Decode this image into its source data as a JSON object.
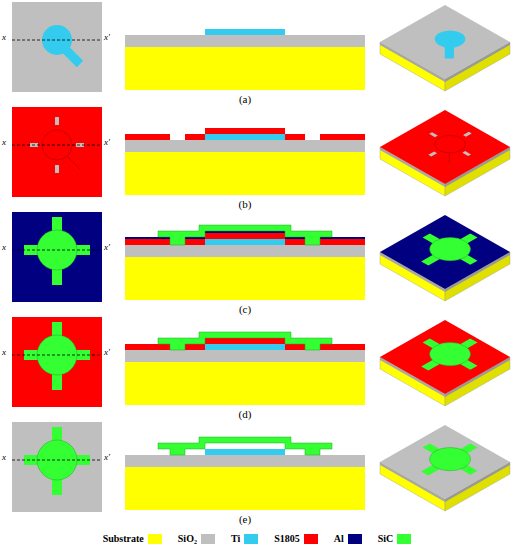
{
  "diagram": {
    "labels": [
      "x",
      "x'",
      "(a)",
      "x",
      "x'",
      "(b)",
      "x",
      "x'",
      "(c)",
      "x",
      "x'",
      "(d)",
      "x",
      "x'",
      "(e)"
    ],
    "legend": [
      {
        "text": "Substrate",
        "color": "#ffff00"
      },
      {
        "text": "SiO₂",
        "color": "#bfbfbf"
      },
      {
        "text": "Ti",
        "color": "#33ccee"
      },
      {
        "text": "S1805",
        "color": "#ff0000"
      },
      {
        "text": "Al",
        "color": "#000080"
      },
      {
        "text": "SiC",
        "color": "#33ff33"
      }
    ]
  }
}
